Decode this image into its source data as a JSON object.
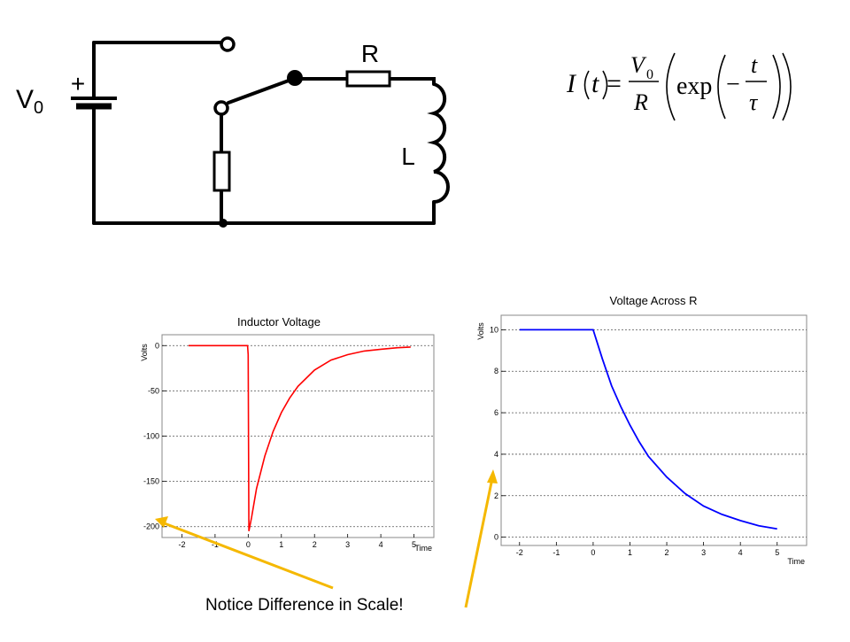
{
  "circuit": {
    "source_label": "V",
    "source_subscript": "0",
    "plus_sign": "+",
    "resistor_label": "R",
    "inductor_label": "L"
  },
  "formula": {
    "lhs_func": "I",
    "lhs_var": "t",
    "equals": "=",
    "num_symbol": "V",
    "num_sub": "0",
    "den_symbol": "R",
    "func_name": "exp",
    "minus": "−",
    "frac_num": "t",
    "frac_den": "τ"
  },
  "annotation": {
    "text": "Notice Difference in Scale!",
    "arrow_color": "#f5b800"
  },
  "chart_data": [
    {
      "type": "line",
      "title": "Inductor Voltage",
      "xlabel": "Time",
      "ylabel": "Volts",
      "xlim": [
        -2.6,
        5.6
      ],
      "ylim": [
        -212,
        12
      ],
      "xticks": [
        -2,
        -1,
        0,
        1,
        2,
        3,
        4,
        5
      ],
      "yticks": [
        0,
        -50,
        -100,
        -150,
        -200
      ],
      "grid": true,
      "color": "#ff0000",
      "series": [
        {
          "x": [
            -1.8,
            -0.02,
            0.0,
            0.02,
            0.1,
            0.25,
            0.5,
            0.75,
            1.0,
            1.25,
            1.5,
            2.0,
            2.5,
            3.0,
            3.5,
            4.0,
            4.5,
            4.9
          ],
          "y": [
            0,
            0,
            -10,
            -205,
            -190,
            -158,
            -122,
            -95,
            -74,
            -58,
            -45,
            -27,
            -16,
            -10,
            -6,
            -4,
            -2.4,
            -1.6
          ]
        }
      ]
    },
    {
      "type": "line",
      "title": "Voltage Across R",
      "xlabel": "Time",
      "ylabel": "Volts",
      "xlim": [
        -2.5,
        5.8
      ],
      "ylim": [
        -0.4,
        10.7
      ],
      "xticks": [
        -2,
        -1,
        0,
        1,
        2,
        3,
        4,
        5
      ],
      "yticks": [
        0,
        2,
        4,
        6,
        8,
        10
      ],
      "grid": true,
      "color": "#0000ff",
      "series": [
        {
          "x": [
            -2.0,
            -1.0,
            0.0,
            0.25,
            0.5,
            0.75,
            1.0,
            1.25,
            1.5,
            2.0,
            2.5,
            3.0,
            3.5,
            4.0,
            4.5,
            5.0
          ],
          "y": [
            10,
            10,
            10,
            8.6,
            7.3,
            6.3,
            5.4,
            4.6,
            3.9,
            2.9,
            2.1,
            1.5,
            1.1,
            0.8,
            0.55,
            0.4
          ]
        }
      ]
    }
  ]
}
